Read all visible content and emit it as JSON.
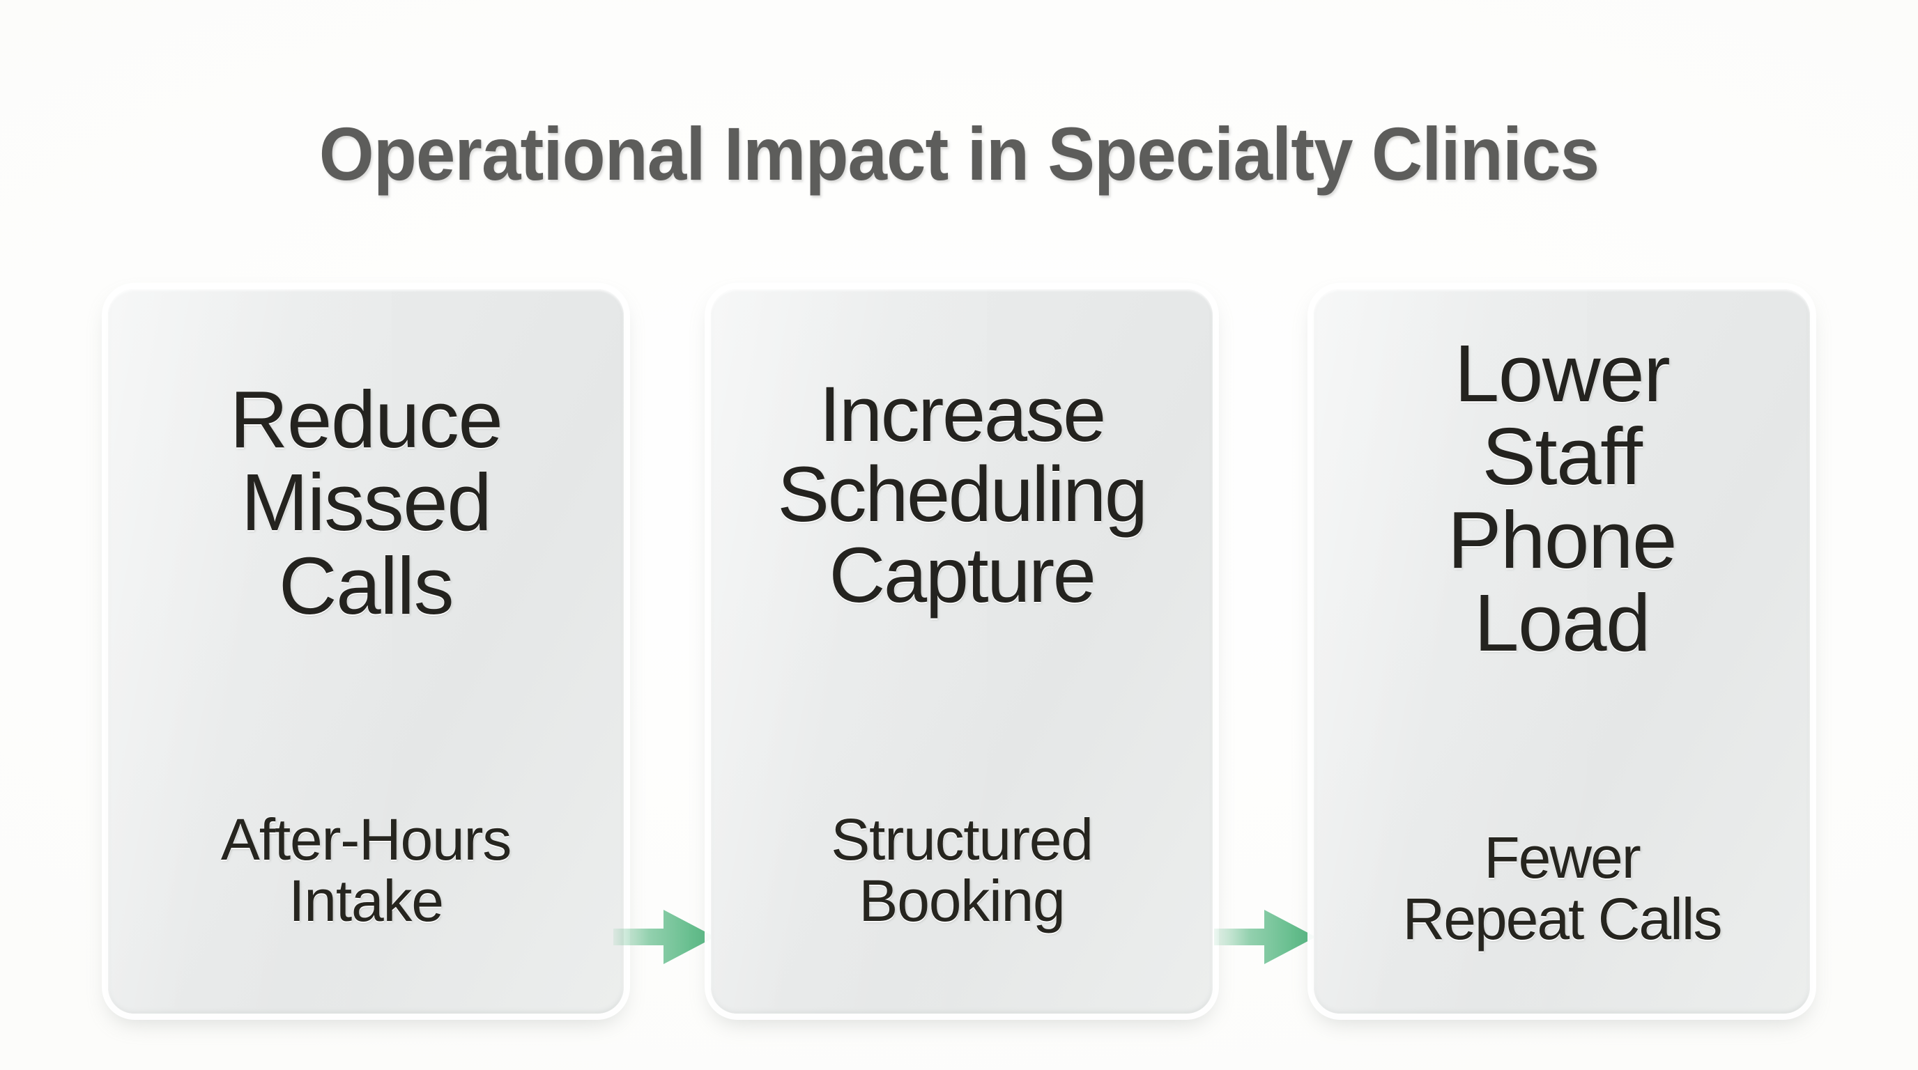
{
  "title": "Operational Impact in Specialty Clinics",
  "colors": {
    "background": "#fdfdfb",
    "title_text": "#5d5d5b",
    "card_fill": "#e8eaea",
    "card_text": "#24231f",
    "arrow_green": "#52b57f"
  },
  "cards": [
    {
      "headline": "Reduce\nMissed\nCalls",
      "subtitle": "After-Hours\nIntake"
    },
    {
      "headline": "Increase\nScheduling\nCapture",
      "subtitle": "Structured\nBooking"
    },
    {
      "headline": "Lower\nStaff\nPhone\nLoad",
      "subtitle": "Fewer\nRepeat Calls"
    }
  ],
  "connectors": [
    {
      "icon": "arrow-right-icon",
      "from": "card-1",
      "to": "card-2"
    },
    {
      "icon": "arrow-right-icon",
      "from": "card-2",
      "to": "card-3"
    }
  ]
}
